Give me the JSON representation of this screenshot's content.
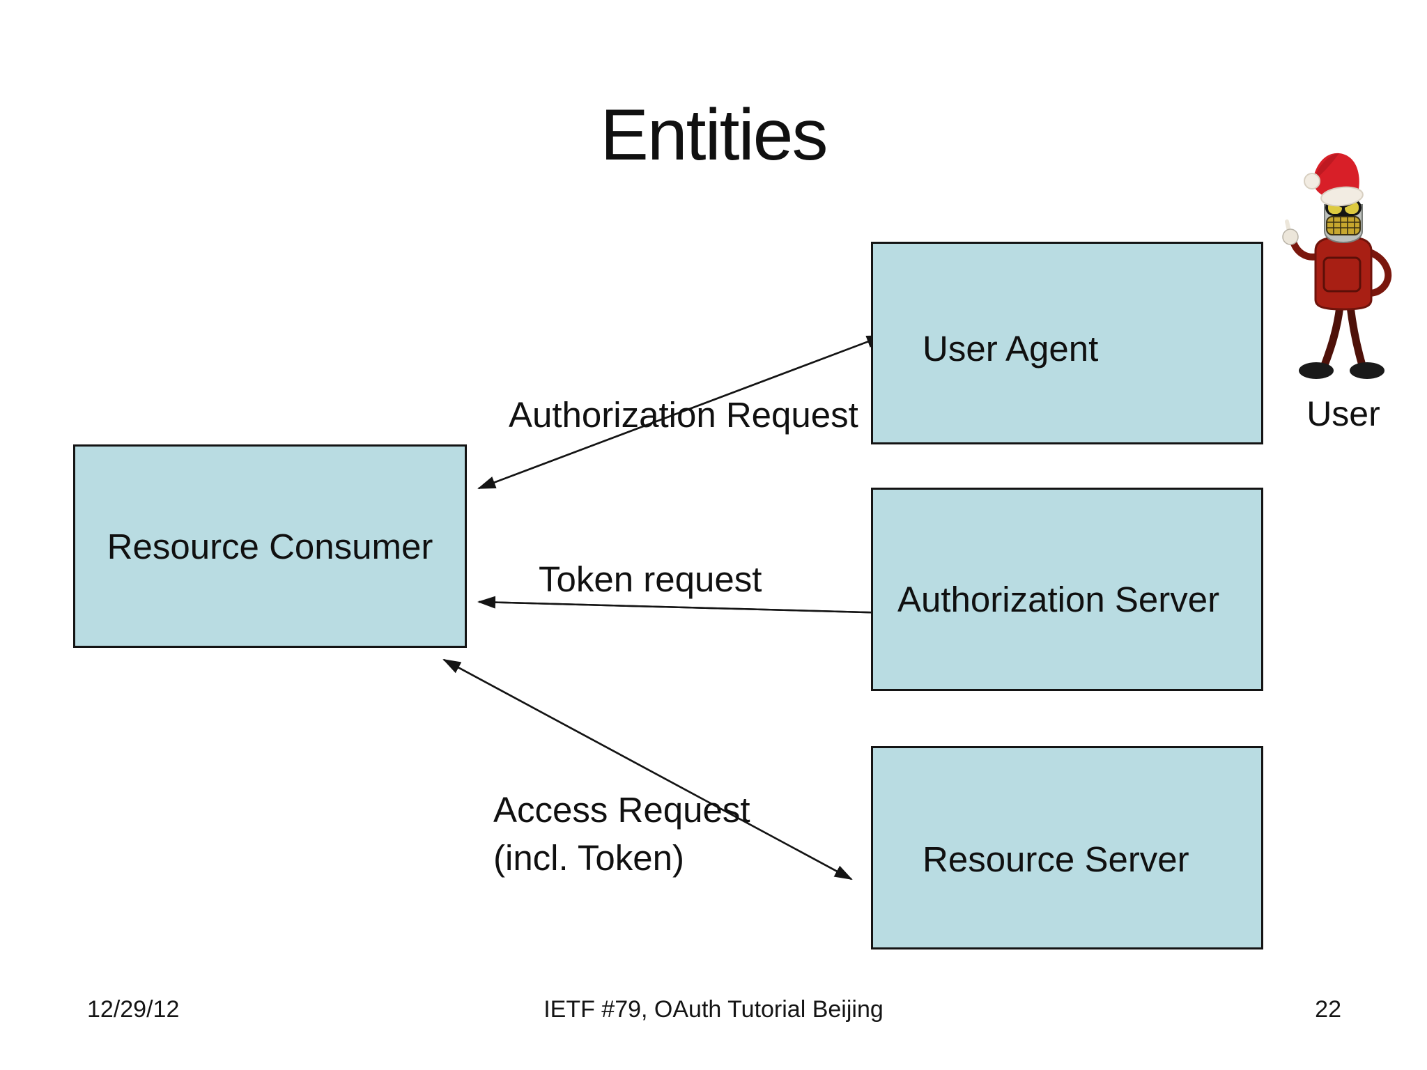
{
  "slide": {
    "title": "Entities",
    "footer": {
      "date": "12/29/12",
      "center_text": "IETF #79, OAuth Tutorial Beijing",
      "page_number": "22"
    }
  },
  "diagram": {
    "boxes": [
      {
        "id": "resource-consumer",
        "label": "Resource Consumer"
      },
      {
        "id": "user-agent",
        "label": "User Agent"
      },
      {
        "id": "authorization-server",
        "label": "Authorization Server"
      },
      {
        "id": "resource-server",
        "label": "Resource Server"
      }
    ],
    "arrows": [
      {
        "label": "Authorization Request",
        "from": "resource-consumer",
        "to": "user-agent",
        "bidirectional": true
      },
      {
        "label": "Token request",
        "from": "resource-consumer",
        "to": "authorization-server",
        "bidirectional": true
      },
      {
        "label_line1": "Access Request",
        "label_line2": "(incl. Token)",
        "from": "resource-consumer",
        "to": "resource-server",
        "bidirectional": true
      }
    ],
    "user_figure": {
      "label": "User",
      "icon": "bender-santa-robot-icon"
    },
    "colors": {
      "background": "#ffffff",
      "box_fill": "#b9dce2",
      "box_border": "#141414",
      "text": "#141414",
      "arrow": "#141414"
    }
  }
}
